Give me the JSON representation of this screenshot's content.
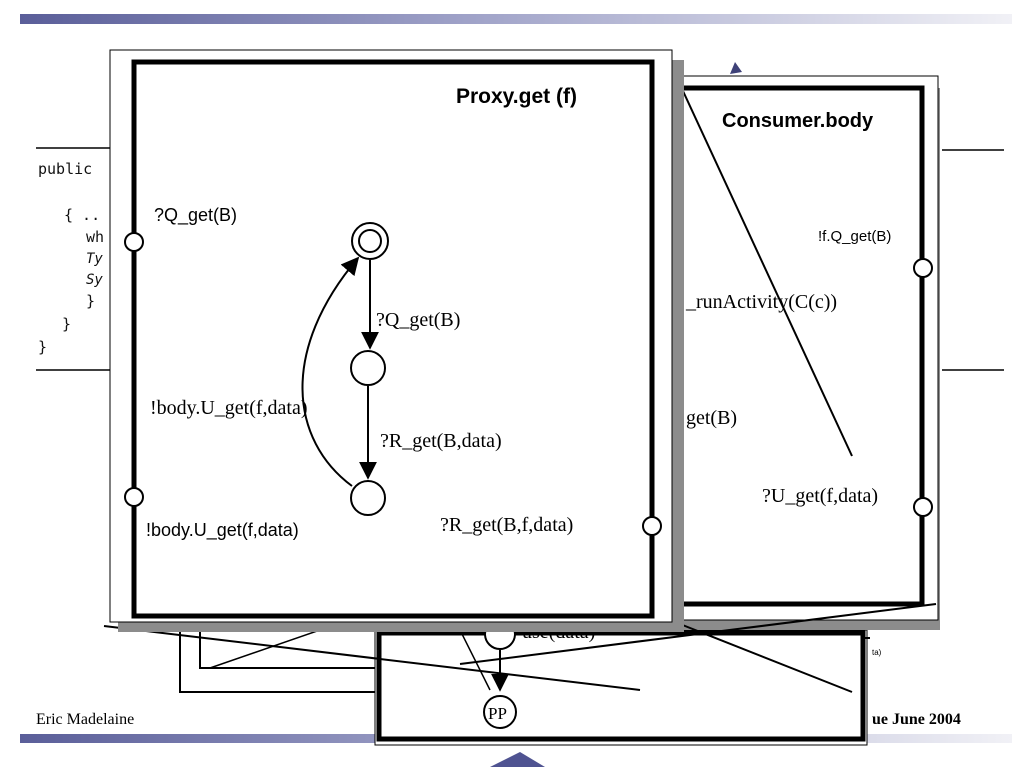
{
  "slide": {
    "footer_left": "Eric Madelaine",
    "footer_right": "ue June 2004",
    "colors": {
      "bar": "#6a6ea8",
      "ink": "#000000",
      "shadow": "#8a8a8a"
    }
  },
  "code_listing": {
    "lines": [
      "public",
      "{ ..",
      "wh",
      "Ty",
      "Sy",
      "}",
      "}",
      "}"
    ]
  },
  "consumer_panel": {
    "title": "Consumer.body",
    "port_top_label": "!f.Q_get(B)",
    "label_run": "_runActivity(C(c))",
    "label_get": "get(B)",
    "port_bottom_label": "?U_get(f,data)"
  },
  "bottom_panel": {
    "label_use": "use(data)",
    "state_label": "PP",
    "small_label": "ta)"
  },
  "proxy_panel": {
    "title": "Proxy.get (f)",
    "port_top_left_label": "?Q_get(B)",
    "transition_q": "?Q_get(B)",
    "transition_body": "!body.U_get(f,data)",
    "transition_r": "?R_get(B,data)",
    "port_bottom_left_label": "!body.U_get(f,data)",
    "port_bottom_right_label": "?R_get(B,f,data)"
  }
}
